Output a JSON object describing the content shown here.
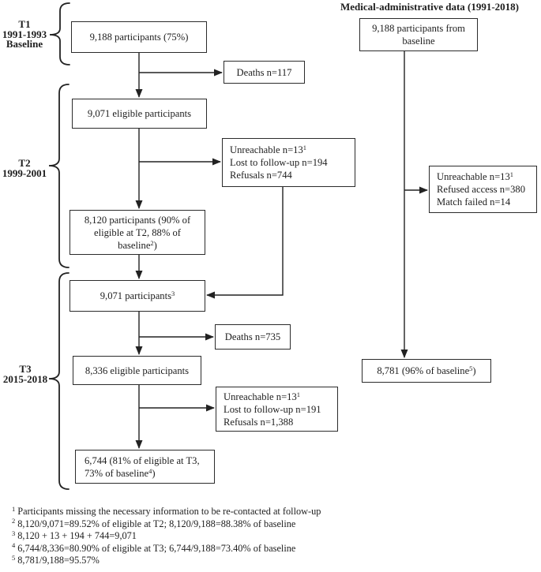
{
  "ink_color": "#222222",
  "background_color": "#ffffff",
  "header": {
    "right_title": "Medical-administrative data (1991-2018)"
  },
  "period_labels": {
    "t1": {
      "l1": "T1",
      "l2": "1991-1993",
      "l3": "Baseline"
    },
    "t2": {
      "l1": "T2",
      "l2": "1999-2001"
    },
    "t3": {
      "l1": "T3",
      "l2": "2015-2018"
    }
  },
  "boxes": {
    "baseline": {
      "lines": [
        {
          "pre": "9,188 participants (75%)"
        }
      ]
    },
    "deaths_t2": {
      "lines": [
        {
          "pre": "Deaths n=117"
        }
      ]
    },
    "eligible_t2": {
      "lines": [
        {
          "pre": "9,071 eligible participants"
        }
      ]
    },
    "attrition_t2": {
      "lines": [
        {
          "pre": "Unreachable n=13",
          "sup": "1"
        },
        {
          "pre": "Lost to follow-up n=194"
        },
        {
          "pre": "Refusals n=744"
        }
      ]
    },
    "participants_t2": {
      "lines": [
        {
          "pre": "8,120 participants (90% of"
        },
        {
          "pre": "eligible at T2, 88% of"
        },
        {
          "pre": "baseline",
          "sup": "2",
          "post": ")"
        }
      ]
    },
    "participants_t3_start": {
      "lines": [
        {
          "pre": "9,071 participants",
          "sup": "3"
        }
      ]
    },
    "deaths_t3": {
      "lines": [
        {
          "pre": "Deaths n=735"
        }
      ]
    },
    "eligible_t3": {
      "lines": [
        {
          "pre": "8,336 eligible participants"
        }
      ]
    },
    "attrition_t3": {
      "lines": [
        {
          "pre": "Unreachable n=13",
          "sup": "1"
        },
        {
          "pre": "Lost to follow-up n=191"
        },
        {
          "pre": "Refusals n=1,388"
        }
      ]
    },
    "final_t3": {
      "lines": [
        {
          "pre": "6,744 (81% of eligible at T3,"
        },
        {
          "pre": "73% of baseline",
          "sup": "4",
          "post": ")"
        }
      ]
    },
    "admin_baseline": {
      "lines": [
        {
          "pre": "9,188 participants from"
        },
        {
          "pre": "baseline"
        }
      ]
    },
    "admin_attrition": {
      "lines": [
        {
          "pre": "Unreachable n=13",
          "sup": "1"
        },
        {
          "pre": "Refused access n=380"
        },
        {
          "pre": "Match failed n=14"
        }
      ]
    },
    "admin_final": {
      "lines": [
        {
          "pre": "8,781 (96% of baseline",
          "sup": "5",
          "post": ")"
        }
      ]
    }
  },
  "footnotes": [
    {
      "sup": "1",
      "text": "Participants missing the necessary information to be re-contacted at follow-up"
    },
    {
      "sup": "2",
      "text": "8,120/9,071=89.52% of eligible at T2; 8,120/9,188=88.38% of baseline"
    },
    {
      "sup": "3",
      "text": "8,120 + 13 + 194 + 744=9,071"
    },
    {
      "sup": "4",
      "text": "6,744/8,336=80.90% of eligible at T3; 6,744/9,188=73.40% of baseline"
    },
    {
      "sup": "5",
      "text": "8,781/9,188=95.57%"
    }
  ]
}
